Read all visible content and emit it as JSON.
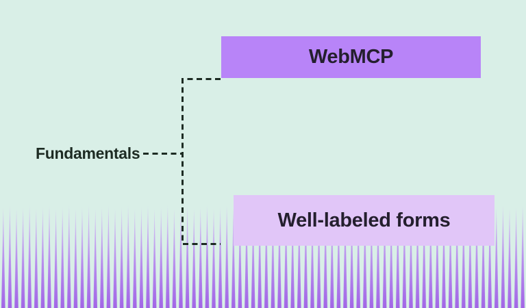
{
  "diagram": {
    "parent_label": "Fundamentals",
    "children": [
      {
        "label": "WebMCP",
        "variant": "primary"
      },
      {
        "label": "Well-labeled forms",
        "variant": "secondary"
      }
    ]
  },
  "colors": {
    "background": "#d9efe7",
    "node_primary": "#b884f8",
    "node_secondary": "#e1c6f8",
    "node_text": "#241f2e",
    "connector_line": "#1d2b23",
    "stripe_top": "#d7c9f2",
    "stripe_bottom": "#a266e6"
  }
}
